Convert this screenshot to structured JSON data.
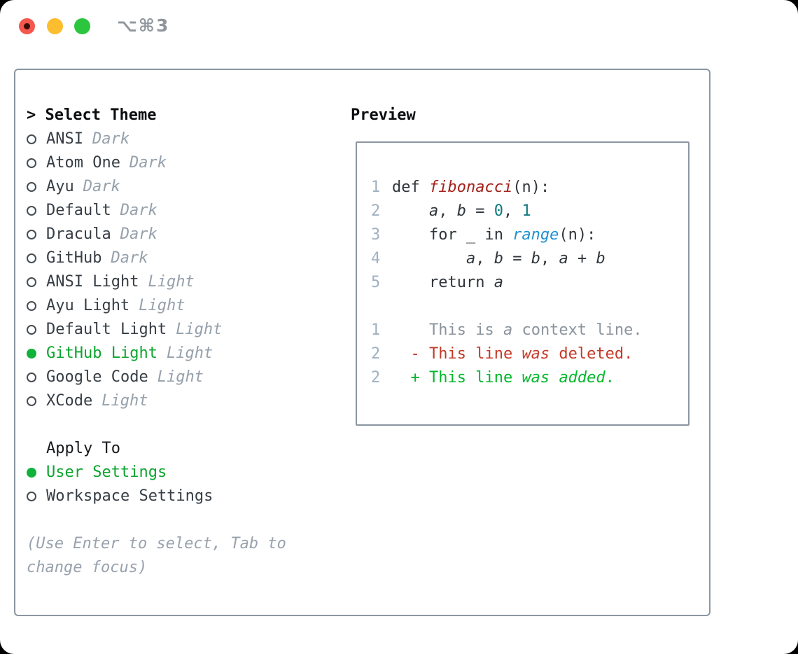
{
  "window": {
    "shortcut": "⌥⌘3",
    "traffic_lights": [
      "close",
      "minimize",
      "zoom"
    ]
  },
  "colors": {
    "selected_green": "#0fb23a",
    "selected_text_green": "#0ca52f",
    "added_green": "#00b82a",
    "deleted_red": "#c43a27",
    "function_red": "#a3221b",
    "number_teal": "#0f7a80",
    "call_blue": "#2090d0",
    "muted_gray": "#95a0ab",
    "border_gray": "#8b96a2",
    "line_number_gray": "#9fb0c1",
    "traffic_red": "#f4574c",
    "traffic_yellow": "#fcbd2f",
    "traffic_green": "#2cc63e"
  },
  "theme_panel": {
    "header": {
      "prompt": ">",
      "label": "Select Theme"
    },
    "themes": [
      {
        "name": "ANSI",
        "variant": "Dark",
        "selected": false
      },
      {
        "name": "Atom One",
        "variant": "Dark",
        "selected": false
      },
      {
        "name": "Ayu",
        "variant": "Dark",
        "selected": false
      },
      {
        "name": "Default",
        "variant": "Dark",
        "selected": false
      },
      {
        "name": "Dracula",
        "variant": "Dark",
        "selected": false
      },
      {
        "name": "GitHub",
        "variant": "Dark",
        "selected": false
      },
      {
        "name": "ANSI Light",
        "variant": "Light",
        "selected": false
      },
      {
        "name": "Ayu Light",
        "variant": "Light",
        "selected": false
      },
      {
        "name": "Default Light",
        "variant": "Light",
        "selected": false
      },
      {
        "name": "GitHub Light",
        "variant": "Light",
        "selected": true
      },
      {
        "name": "Google Code",
        "variant": "Light",
        "selected": false
      },
      {
        "name": "XCode",
        "variant": "Light",
        "selected": false
      }
    ],
    "apply_to": {
      "label": "Apply To",
      "options": [
        {
          "name": "User Settings",
          "selected": true
        },
        {
          "name": "Workspace Settings",
          "selected": false
        }
      ]
    },
    "hint": "(Use Enter to select, Tab to change focus)"
  },
  "preview": {
    "title": "Preview",
    "lines": [
      {
        "num": "1",
        "kind": "code",
        "segments": [
          {
            "t": "def ",
            "s": "plain"
          },
          {
            "t": "fibonacci",
            "s": "fn"
          },
          {
            "t": "(n):",
            "s": "plain"
          }
        ]
      },
      {
        "num": "2",
        "kind": "code",
        "segments": [
          {
            "t": "    ",
            "s": "plain"
          },
          {
            "t": "a",
            "s": "var"
          },
          {
            "t": ", ",
            "s": "plain"
          },
          {
            "t": "b",
            "s": "var"
          },
          {
            "t": " = ",
            "s": "plain"
          },
          {
            "t": "0",
            "s": "num"
          },
          {
            "t": ", ",
            "s": "plain"
          },
          {
            "t": "1",
            "s": "num"
          }
        ]
      },
      {
        "num": "3",
        "kind": "code",
        "segments": [
          {
            "t": "    for _ in ",
            "s": "plain"
          },
          {
            "t": "range",
            "s": "call"
          },
          {
            "t": "(n):",
            "s": "plain"
          }
        ]
      },
      {
        "num": "4",
        "kind": "code",
        "segments": [
          {
            "t": "        ",
            "s": "plain"
          },
          {
            "t": "a",
            "s": "var"
          },
          {
            "t": ", ",
            "s": "plain"
          },
          {
            "t": "b",
            "s": "var"
          },
          {
            "t": " = ",
            "s": "plain"
          },
          {
            "t": "b",
            "s": "var"
          },
          {
            "t": ", ",
            "s": "plain"
          },
          {
            "t": "a",
            "s": "var"
          },
          {
            "t": " + ",
            "s": "plain"
          },
          {
            "t": "b",
            "s": "var"
          }
        ]
      },
      {
        "num": "5",
        "kind": "code",
        "segments": [
          {
            "t": "    return ",
            "s": "plain"
          },
          {
            "t": "a",
            "s": "var"
          }
        ]
      },
      {
        "num": "",
        "kind": "blank",
        "segments": []
      },
      {
        "num": "1",
        "kind": "context",
        "segments": [
          {
            "t": "    This is ",
            "s": "ctx"
          },
          {
            "t": "a",
            "s": "ctxi"
          },
          {
            "t": " context line.",
            "s": "ctx"
          }
        ]
      },
      {
        "num": "2",
        "kind": "deleted",
        "segments": [
          {
            "t": "  - This line ",
            "s": "del"
          },
          {
            "t": "was",
            "s": "deli"
          },
          {
            "t": " deleted.",
            "s": "del"
          }
        ]
      },
      {
        "num": "2",
        "kind": "added",
        "segments": [
          {
            "t": "  + This line ",
            "s": "add"
          },
          {
            "t": "was",
            "s": "addi"
          },
          {
            "t": " ",
            "s": "add"
          },
          {
            "t": "added",
            "s": "addi"
          },
          {
            "t": ".",
            "s": "add"
          }
        ]
      }
    ]
  }
}
